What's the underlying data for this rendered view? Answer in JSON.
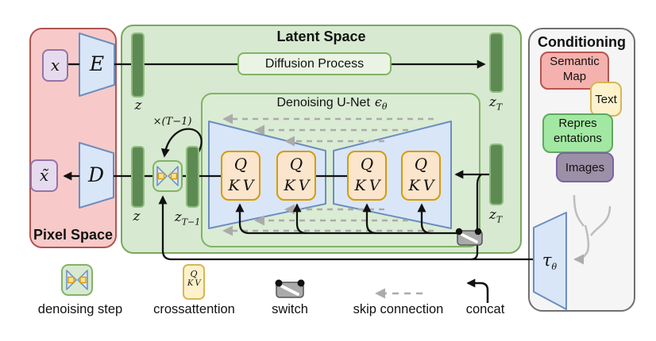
{
  "colors": {
    "pixel_panel": "#F7CAC9",
    "pixel_border": "#B05451",
    "latent_panel": "#D7E9D0",
    "latent_border": "#79A85E",
    "unet_fill": "#DAECD4",
    "unet_border": "#82B366",
    "conditioning_panel": "#F5F5F5",
    "conditioning_border": "#707070",
    "encoder_fill": "#D9E6F8",
    "encoder_border": "#6C8EBF",
    "attention_fill": "#FBE5CC",
    "attention_border": "#D79B00",
    "latent_bar_fill": "#5D8A52",
    "latent_bar_border": "#8FBC7F",
    "purple_fill": "#E6DBEE",
    "purple_border": "#9673A6",
    "semantic_map_fill": "#F4B1AD",
    "semantic_map_border": "#B85450",
    "text_fill": "#FEF2CC",
    "text_border": "#D6B656",
    "representations_fill": "#A2E8A2",
    "representations_border": "#60A860",
    "images_fill": "#9C90A8",
    "images_border": "#7D63A2",
    "switch_fill": "#AAAAAA",
    "skip_arrow_gray": "#ABABAB"
  },
  "pixel_space": {
    "title": "Pixel Space",
    "input": "x",
    "output": "x̃",
    "encoder": "E",
    "decoder": "D"
  },
  "latent_space": {
    "title": "Latent Space",
    "diffusion_process": "Diffusion Process",
    "loop_count": "×(T−1)",
    "bars": {
      "z_top": {
        "base": "z",
        "sub": ""
      },
      "zT_top": {
        "base": "z",
        "sub": "T"
      },
      "z_bottom": {
        "base": "z",
        "sub": ""
      },
      "zTminus1": {
        "base": "z",
        "sub": "T−1"
      },
      "zT_bottom": {
        "base": "z",
        "sub": "T"
      }
    },
    "unet": {
      "title_prefix": "Denoising U-Net",
      "eps_base": "ϵ",
      "eps_sub": "θ",
      "attention_blocks": [
        {
          "q": "Q",
          "kv": "K V"
        },
        {
          "q": "Q",
          "kv": "K V"
        },
        {
          "q": "Q",
          "kv": "K V"
        },
        {
          "q": "Q",
          "kv": "K V"
        }
      ]
    }
  },
  "conditioning": {
    "title": "Conditioning",
    "semantic_map": "Semantic Map",
    "text": "Text",
    "representations_lines": [
      "Repres",
      "entations"
    ],
    "images": "Images",
    "tau": {
      "base": "τ",
      "sub": "θ"
    }
  },
  "legend": {
    "denoising_step": "denoising step",
    "crossattention": "crossattention",
    "switch": "switch",
    "skip_connection": "skip connection",
    "concat": "concat",
    "crossattention_icon": {
      "q": "Q",
      "kv": "K V"
    }
  }
}
